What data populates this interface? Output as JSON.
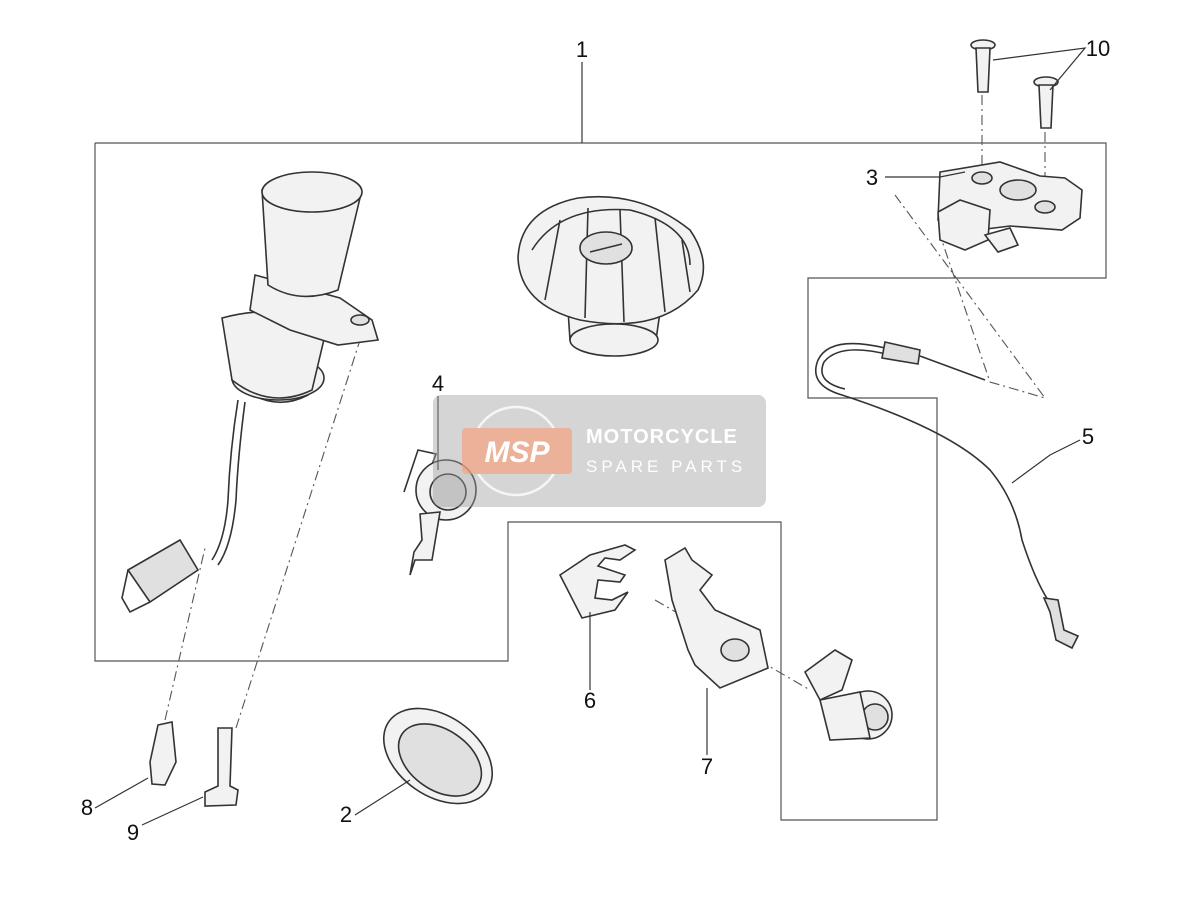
{
  "callouts": {
    "c1": "1",
    "c2": "2",
    "c3": "3",
    "c4": "4",
    "c5": "5",
    "c6": "6",
    "c7": "7",
    "c8": "8",
    "c9": "9",
    "c10": "10"
  },
  "watermark": {
    "logo": "MSP",
    "title": "MOTORCYCLE",
    "subtitle": "SPARE PARTS"
  },
  "colors": {
    "line": "#333333",
    "watermark_bg": "#9e9e9e",
    "watermark_logo": "#e8a080"
  }
}
